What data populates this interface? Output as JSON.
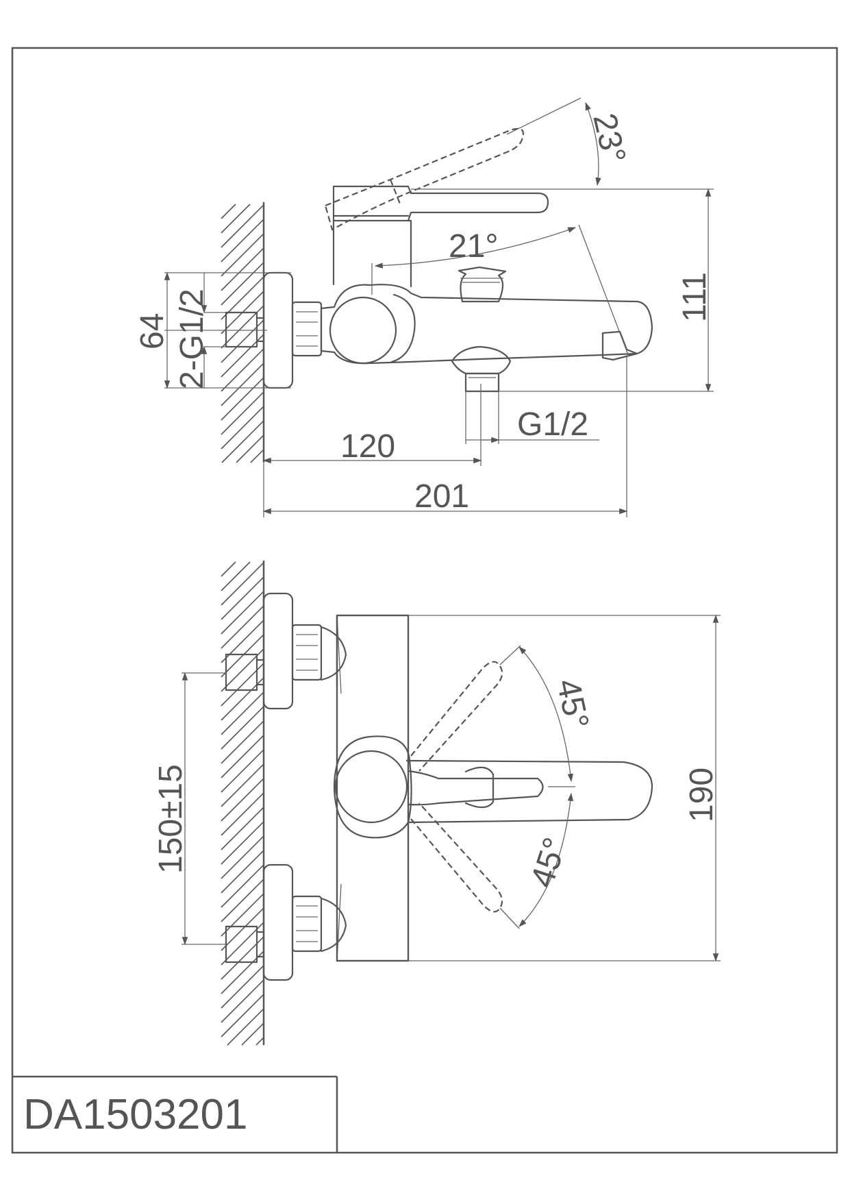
{
  "model_code": "DA1503201",
  "dimensions": {
    "side_view": {
      "handle_lift_angle": "23°",
      "handle_swing_angle": "21°",
      "height": "111",
      "inlet_spacing": "64",
      "inlet_thread": "2-G1/2",
      "outlet_thread": "G1/2",
      "outlet_distance": "120",
      "total_depth": "201"
    },
    "front_view": {
      "center_distance": "150±15",
      "rotation_upper": "45°",
      "rotation_lower": "45°",
      "height": "190"
    }
  }
}
